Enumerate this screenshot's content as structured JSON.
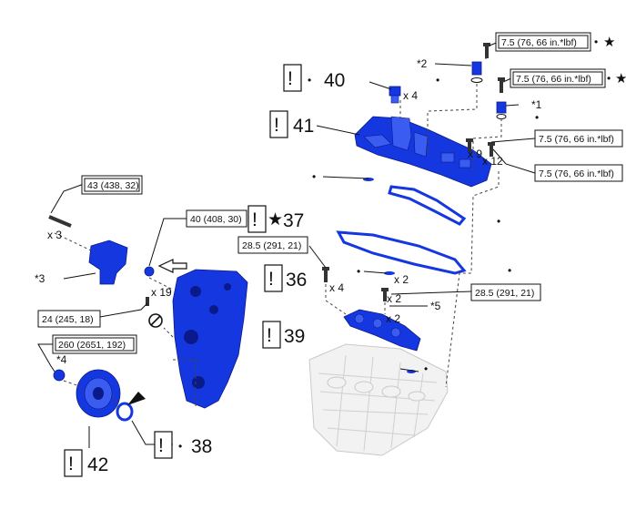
{
  "torque_labels": {
    "t1": "7.5 (76, 66 in.*lbf)",
    "t2": "7.5 (76, 66 in.*lbf)",
    "t3": "7.5 (76, 66 in.*lbf)",
    "t4": "7.5 (76, 66 in.*lbf)",
    "t5": "43 (438, 32)",
    "t6": "40 (408, 30)",
    "t7": "28.5 (291, 21)",
    "t8": "28.5 (291, 21)",
    "t9": "24 (245, 18)",
    "t10": "260 (2651, 192)"
  },
  "part_numbers": {
    "p36": "36",
    "p37": "37",
    "p38": "38",
    "p39": "39",
    "p40": "40",
    "p41": "41",
    "p42": "42"
  },
  "quantities": {
    "q4a": "x 4",
    "q9": "x 9",
    "q12": "x 12",
    "q3": "x 3",
    "q2a": "x 2",
    "q4b": "x 4",
    "q19": "x 19",
    "q2b": "x 2",
    "q2c": "x 2"
  },
  "notes": {
    "n2": "*2",
    "n1": "*1",
    "n3": "*3",
    "n4": "*4",
    "n5": "*5"
  },
  "symbols": {
    "bang": "!",
    "dot": "•",
    "star": "★"
  }
}
